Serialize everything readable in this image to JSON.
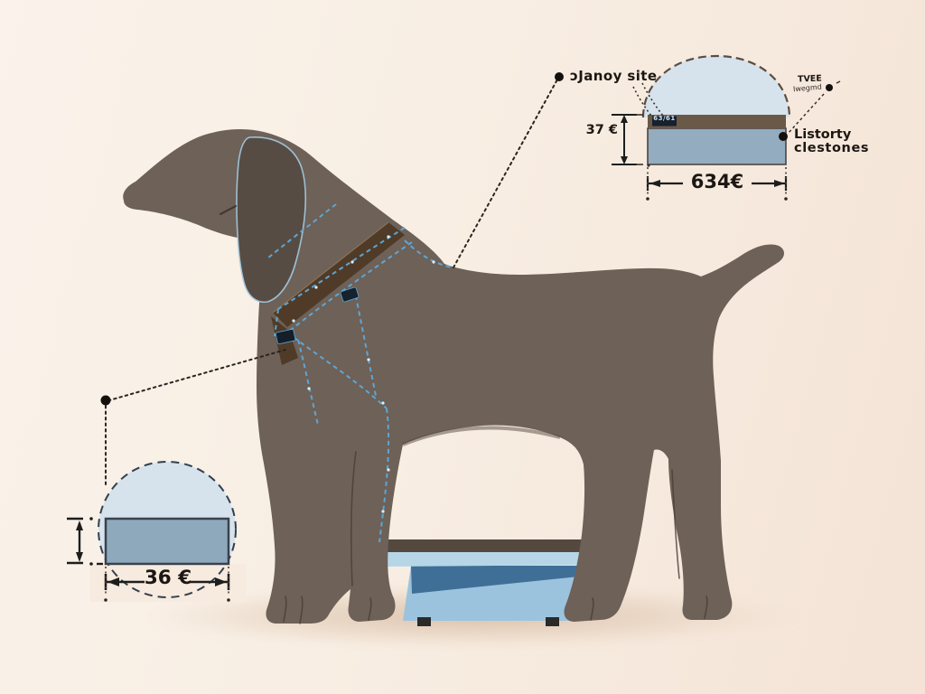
{
  "scene": {
    "title": "dog harness measurement illustration",
    "colors": {
      "background_left": "#faf2eb",
      "background_right": "#f4e3d6",
      "dog_body": "#6d6158",
      "dog_ear": "#574c43",
      "harness_line": "#5fa9d9",
      "strap": "#4f3b28",
      "platform_top": "#55483e",
      "platform_fascia": "#b6d6e8",
      "platform_base": "#9cc3de",
      "platform_band": "#3f6f97",
      "diagram_rect_fill": "#93acbf",
      "diagram_dome_fill": "#d6e3ed",
      "ground_shadow": "#dcc2ab"
    }
  },
  "top_diagram": {
    "leader_label": "ɔJanoy site",
    "height_label": "37 €",
    "width_label": "634€",
    "chip_label": "63/61",
    "note_line1": "TVEE",
    "note_line2": "Iwegmd",
    "side_label_line1": "Listorty",
    "side_label_line2": "clestones"
  },
  "bottom_diagram": {
    "width_label": "36 €"
  }
}
